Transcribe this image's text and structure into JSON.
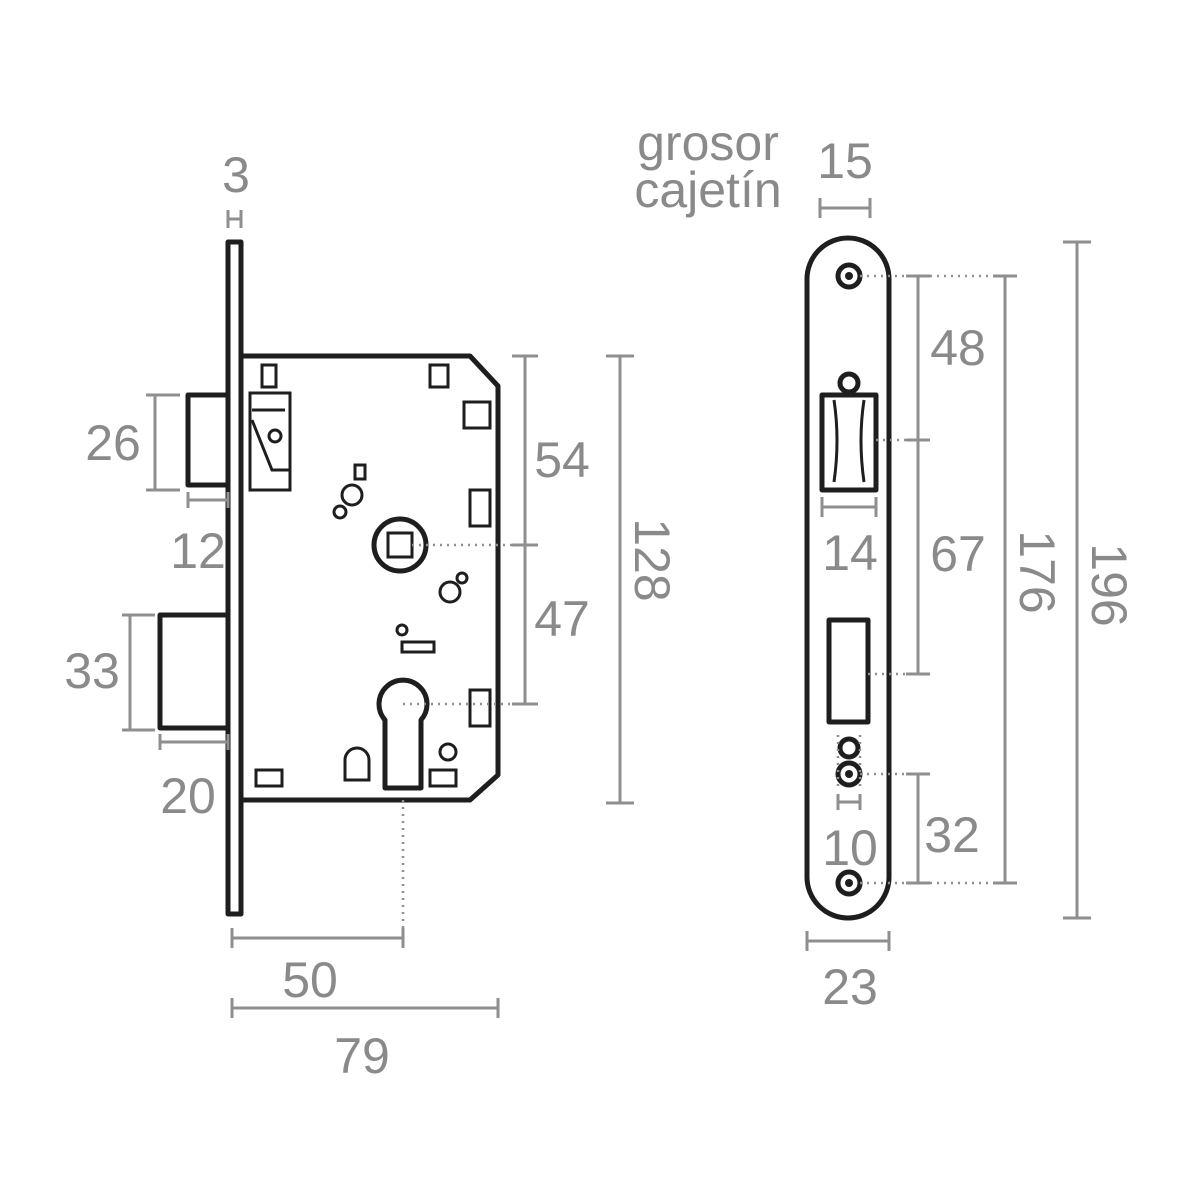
{
  "units": "mm",
  "lock_view": {
    "front_thickness": "3",
    "latch_height": "26",
    "latch_projection": "12",
    "bolt_height": "33",
    "bolt_projection": "20",
    "backset": "50",
    "body_depth": "79",
    "upper_spacing": "54",
    "lower_spacing": "47",
    "body_height": "128"
  },
  "faceplate_view": {
    "label_line1": "grosor",
    "label_line2": "cajetín",
    "case_thickness": "15",
    "top_spacing": "48",
    "latch_opening_width": "14",
    "mid_spacing": "67",
    "hole_spacing": "176",
    "plate_height": "196",
    "hole_width": "10",
    "bottom_spacing": "32",
    "plate_width": "23"
  }
}
